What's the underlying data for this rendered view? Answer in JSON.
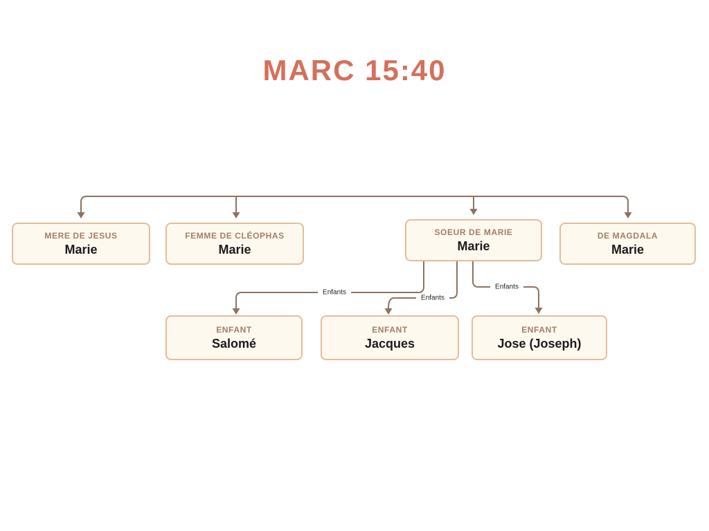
{
  "title": "MARC 15:40",
  "colors": {
    "title": "#d4705c",
    "connector_line": "#8d7261",
    "box_background": "#fdf9ef",
    "box_border": "#e4bc9b",
    "role_text": "#a37e64",
    "name_text": "#1b1b1b"
  },
  "parents": [
    {
      "role": "MERE DE JESUS",
      "name": "Marie"
    },
    {
      "role": "FEMME DE CLÉOPHAS",
      "name": "Marie"
    },
    {
      "role": "SOEUR DE MARIE",
      "name": "Marie"
    },
    {
      "role": "DE MAGDALA",
      "name": "Marie"
    }
  ],
  "children": [
    {
      "role": "ENFANT",
      "name": "Salomé"
    },
    {
      "role": "ENFANT",
      "name": "Jacques"
    },
    {
      "role": "ENFANT",
      "name": "Jose (Joseph)"
    }
  ],
  "edges": [
    {
      "label": "Enfants"
    },
    {
      "label": "Enfants"
    },
    {
      "label": "Enfants"
    }
  ]
}
